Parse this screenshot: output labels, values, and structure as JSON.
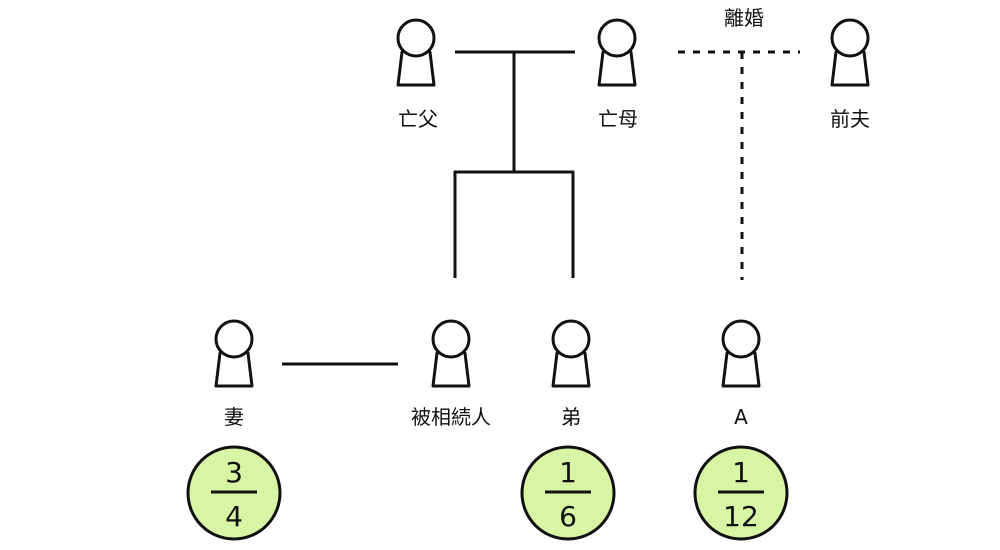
{
  "labels": {
    "deceased_father": "亡父",
    "deceased_mother": "亡母",
    "former_husband": "前夫",
    "divorce": "離婚",
    "wife": "妻",
    "decedent": "被相続人",
    "younger_brother": "弟",
    "person_a": "A"
  },
  "shares": {
    "wife": {
      "numerator": "3",
      "denominator": "4"
    },
    "younger_brother": {
      "numerator": "1",
      "denominator": "6"
    },
    "person_a": {
      "numerator": "1",
      "denominator": "12"
    }
  },
  "colors": {
    "line": "#111111",
    "person_fill": "#ffffff",
    "share_fill": "#d8f5a5"
  }
}
